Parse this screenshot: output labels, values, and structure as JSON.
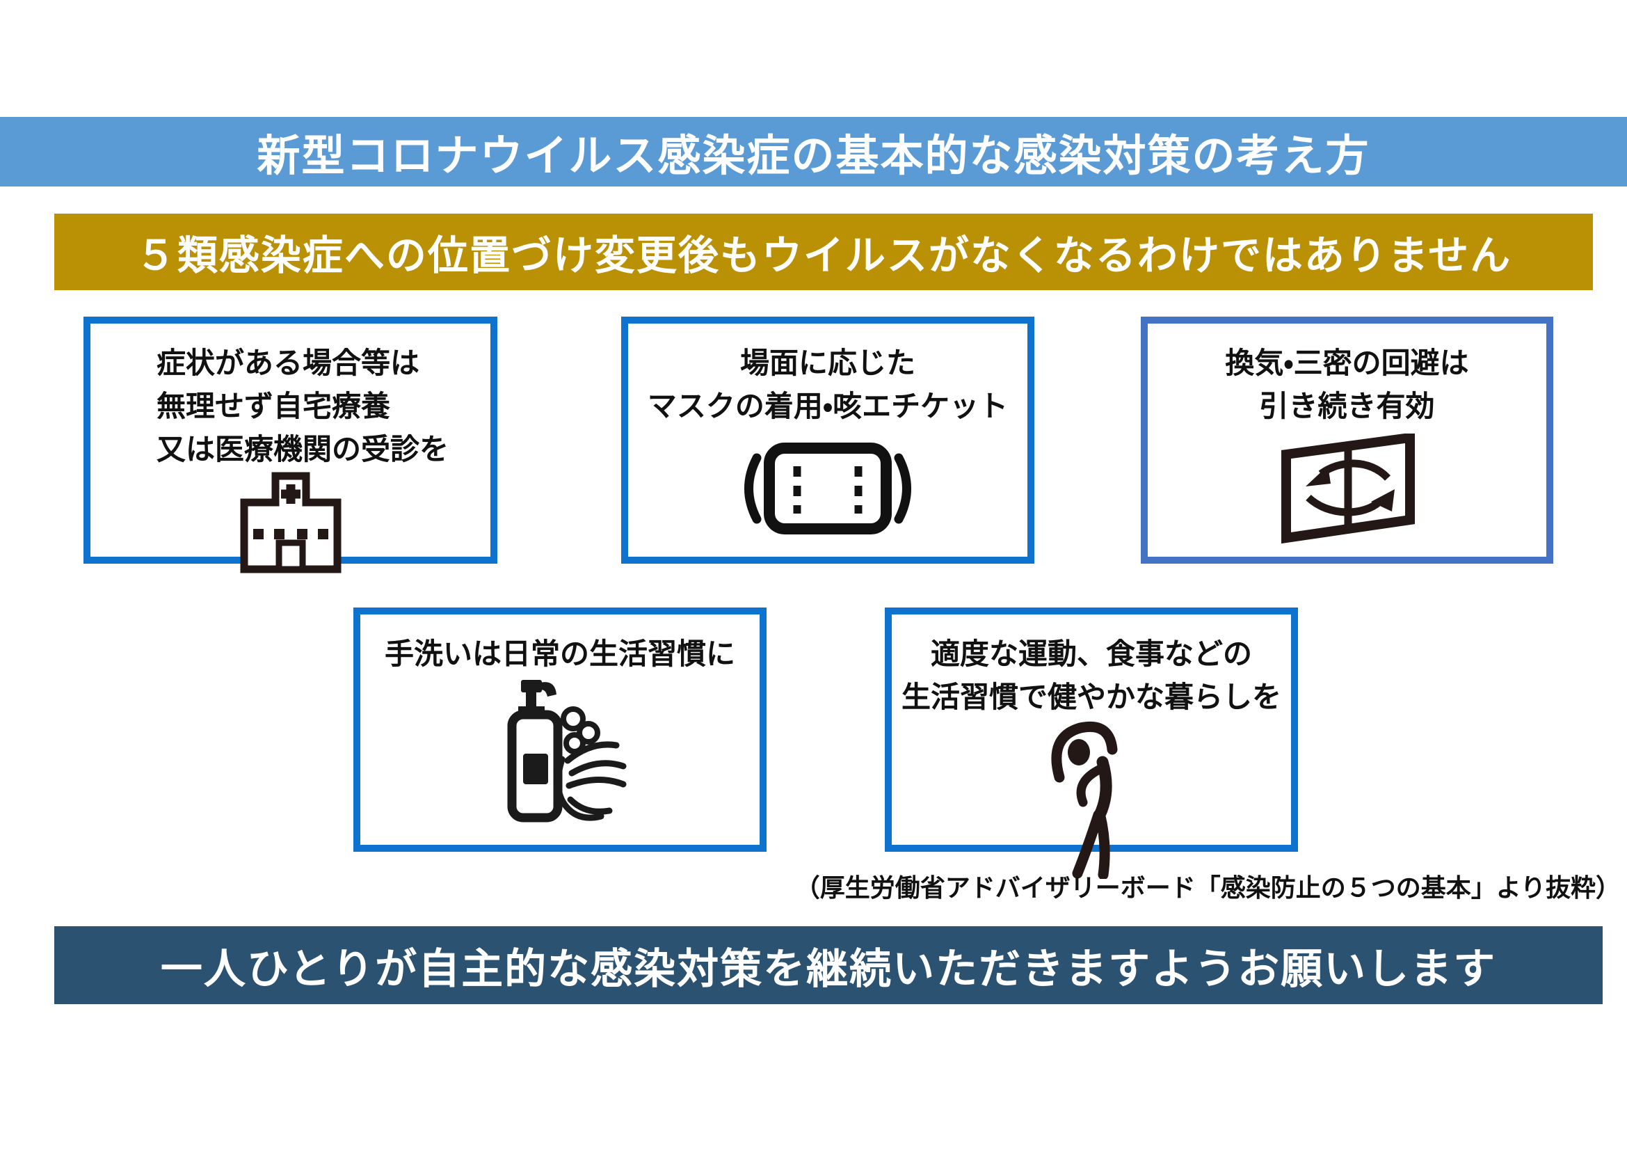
{
  "title_banner": {
    "label": "新型コロナウイルス感染症の基本的な感染対策の考え方",
    "bg_color": "#5B9BD5",
    "text_color": "#FFFFFF"
  },
  "subtitle_banner": {
    "label": "５類感染症への位置づけ変更後もウイルスがなくなるわけではありません",
    "bg_color": "#BA9005",
    "text_color": "#FFFFFF"
  },
  "cards": [
    {
      "id": "symptoms",
      "lines": [
        "症状がある場合等は",
        "無理せず自宅療養",
        "又は医療機関の受診を"
      ],
      "icon": "hospital-icon",
      "border_color": "#0D73CE"
    },
    {
      "id": "mask",
      "lines": [
        "場面に応じた",
        "マスクの着用・咳エチケット"
      ],
      "icon": "face-mask-icon",
      "border_color": "#0D73CE"
    },
    {
      "id": "ventilation",
      "lines": [
        "換気・三密の回避は",
        "引き続き有効"
      ],
      "icon": "window-ventilation-icon",
      "border_color": "#4472C4"
    },
    {
      "id": "handwash",
      "lines": [
        "手洗いは日常の生活習慣に"
      ],
      "icon": "handwash-soap-icon",
      "border_color": "#0D73CE"
    },
    {
      "id": "exercise",
      "lines": [
        "適度な運動、食事などの",
        "生活習慣で健やかな暮らしを"
      ],
      "icon": "stretching-person-icon",
      "border_color": "#0D73CE"
    }
  ],
  "source_note": {
    "label": "（厚生労働省アドバイザリーボード「感染防止の５つの基本」より抜粋）"
  },
  "footer_banner": {
    "label": "一人ひとりが自主的な感染対策を継続いただきますようお願いします",
    "bg_color": "#2B5271",
    "text_color": "#FFFFFF"
  },
  "icon_color": "#231815"
}
